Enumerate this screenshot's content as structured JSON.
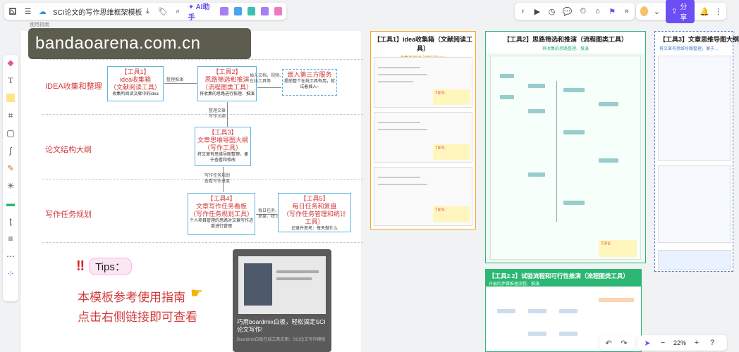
{
  "toolbar_left": {
    "title": "SCI论文的写作思维框架模板"
  },
  "toolbar_ai": {
    "label": "AI助手"
  },
  "toolbar_right": {
    "share_label": "分享"
  },
  "board": {
    "breadcrumb": "使用指南",
    "rows": [
      {
        "label": "IDEA收集和整理"
      },
      {
        "label": "论文结构大纲"
      },
      {
        "label": "写作任务规划"
      }
    ],
    "boxes": {
      "tool1": {
        "title": "【工具1】\nidea收集箱\n（文献阅读工具）",
        "desc": "收集所阅读文献中的idea"
      },
      "tool2": {
        "title": "【工具2】\n思路筛选和推演\n（流程图类工具）",
        "desc": "将收集的思路进行梳理、推演"
      },
      "embed": {
        "title": "嵌入第三方服务",
        "desc": "提前整个在线工具有用，就试着插入~"
      },
      "tool3": {
        "title": "【工具3】\n文章思维导图大纲\n（写作工具）",
        "desc": "将文章有思维导图整理，便于查看和修改"
      },
      "tool4": {
        "title": "【工具4】\n文章写作任务看板\n（写作任务规划工具）",
        "desc": "个人项目管理的思路对文章写作进度进行管理"
      },
      "tool5": {
        "title": "【工具5】\n每日任务和复盘\n（写作任务管理和统计工具）",
        "desc": "记录并思考：每天做什么"
      }
    },
    "arrows": {
      "a1": "整理推演",
      "a2": "插入文档、视频、在线工具等",
      "a3": "整理文章\n写作大纲",
      "a4": "写作任务规划\n查看写作进度",
      "a5": "每日任务、\n复盘、统计"
    },
    "tips_label": "Tips：",
    "guide_line1": "本模板参考使用指南",
    "guide_line2": "点击右侧链接即可查看",
    "thumb_caption": "巧用boardmix白板，轻松搞定SCI论文写作!",
    "thumb_sub": "Boardmix白板在线工具应用：SCI论文写作模板"
  },
  "panels": {
    "p1": {
      "title": "【工具1】idea收集箱（文献阅读工具）",
      "subtitle": "收集所阅读文献中的idea",
      "tips": "TIPS:"
    },
    "p2": {
      "title": "【工具2】思路筛选和推演（流程图类工具）",
      "subtitle": "将收集的思路整理、推演",
      "tips": "TIPS:"
    },
    "p3": {
      "title": "【工具3】文章思维导图大纲",
      "subtitle": "将文章有思维导图整理，便于..."
    },
    "p22": {
      "title": "【工具2.2】试验流程和可行性推演（流程图类工具）",
      "subtitle": "开展的步骤推理流程、推演"
    }
  },
  "zoom": {
    "value": "22%"
  },
  "colors": {
    "accent": "#6c4ef5",
    "red": "#d23a3a",
    "blue": "#5fb4e0",
    "orange": "#f5a623",
    "green": "#2bb673"
  }
}
